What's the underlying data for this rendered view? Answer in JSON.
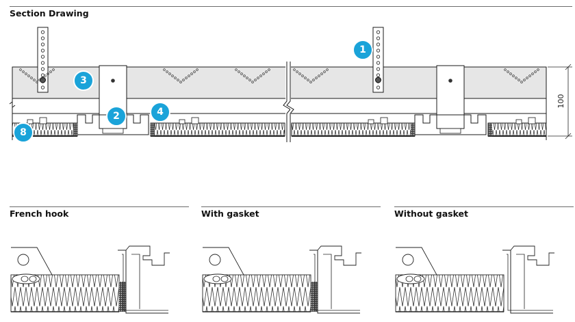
{
  "section": {
    "title": "Section Drawing",
    "dimension_label": "100",
    "callouts": [
      "1",
      "2",
      "3",
      "4",
      "8"
    ]
  },
  "details": [
    {
      "title": "French hook"
    },
    {
      "title": "With gasket"
    },
    {
      "title": "Without gasket"
    }
  ],
  "colors": {
    "callout": "#1aa3d9",
    "board_fill": "#e6e6e6",
    "line": "#1a1a1a"
  }
}
